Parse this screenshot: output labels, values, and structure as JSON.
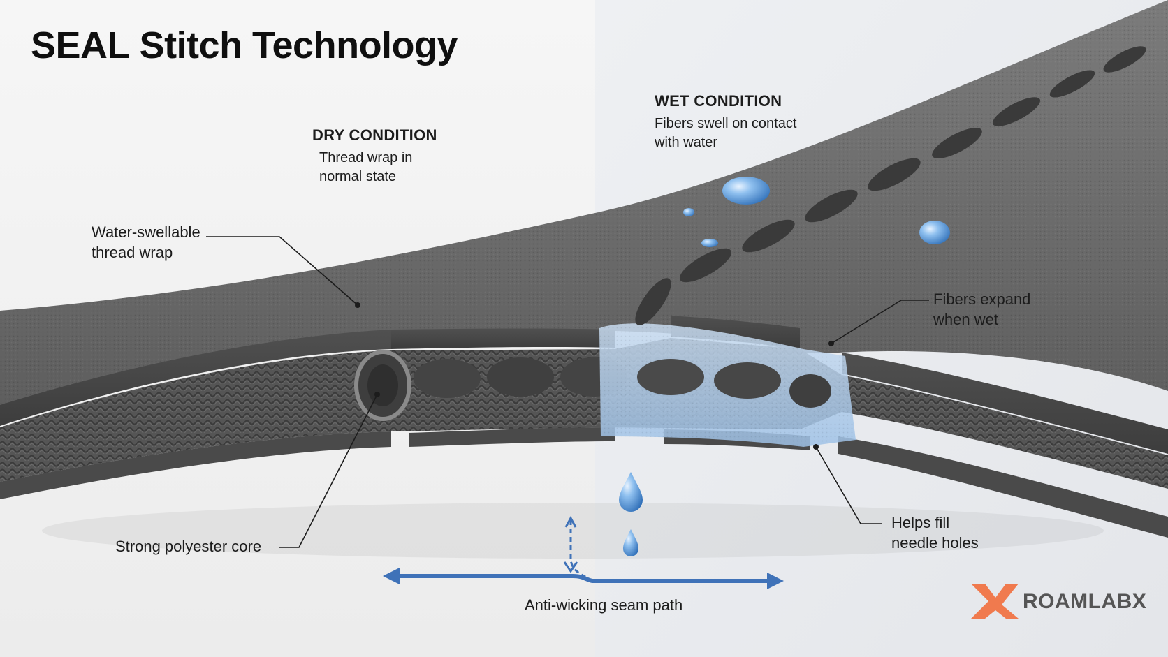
{
  "title": "SEAL Stitch Technology",
  "dry": {
    "heading": "DRY CONDITION",
    "line1": "Thread wrap in",
    "line2": "normal state"
  },
  "wet": {
    "heading": "WET CONDITION",
    "line1": "Fibers swell on contact",
    "line2": "with water"
  },
  "callouts": {
    "water_swellable": {
      "line1": "Water-swellable",
      "line2": "thread wrap"
    },
    "polyester_core": {
      "line1": "Strong polyester core"
    },
    "fibers_expand": {
      "line1": "Fibers expand",
      "line2": "when wet"
    },
    "needle_holes": {
      "line1": "Helps fill",
      "line2": "needle holes"
    },
    "seam_path": {
      "line1": "Anti-wicking seam path"
    }
  },
  "brand": {
    "name": "ROAMLABX",
    "accent": "#f07a4e"
  },
  "colors": {
    "fabric": "#6e6e6e",
    "water": "#4a8fd6",
    "arrow": "#3f72b8"
  }
}
